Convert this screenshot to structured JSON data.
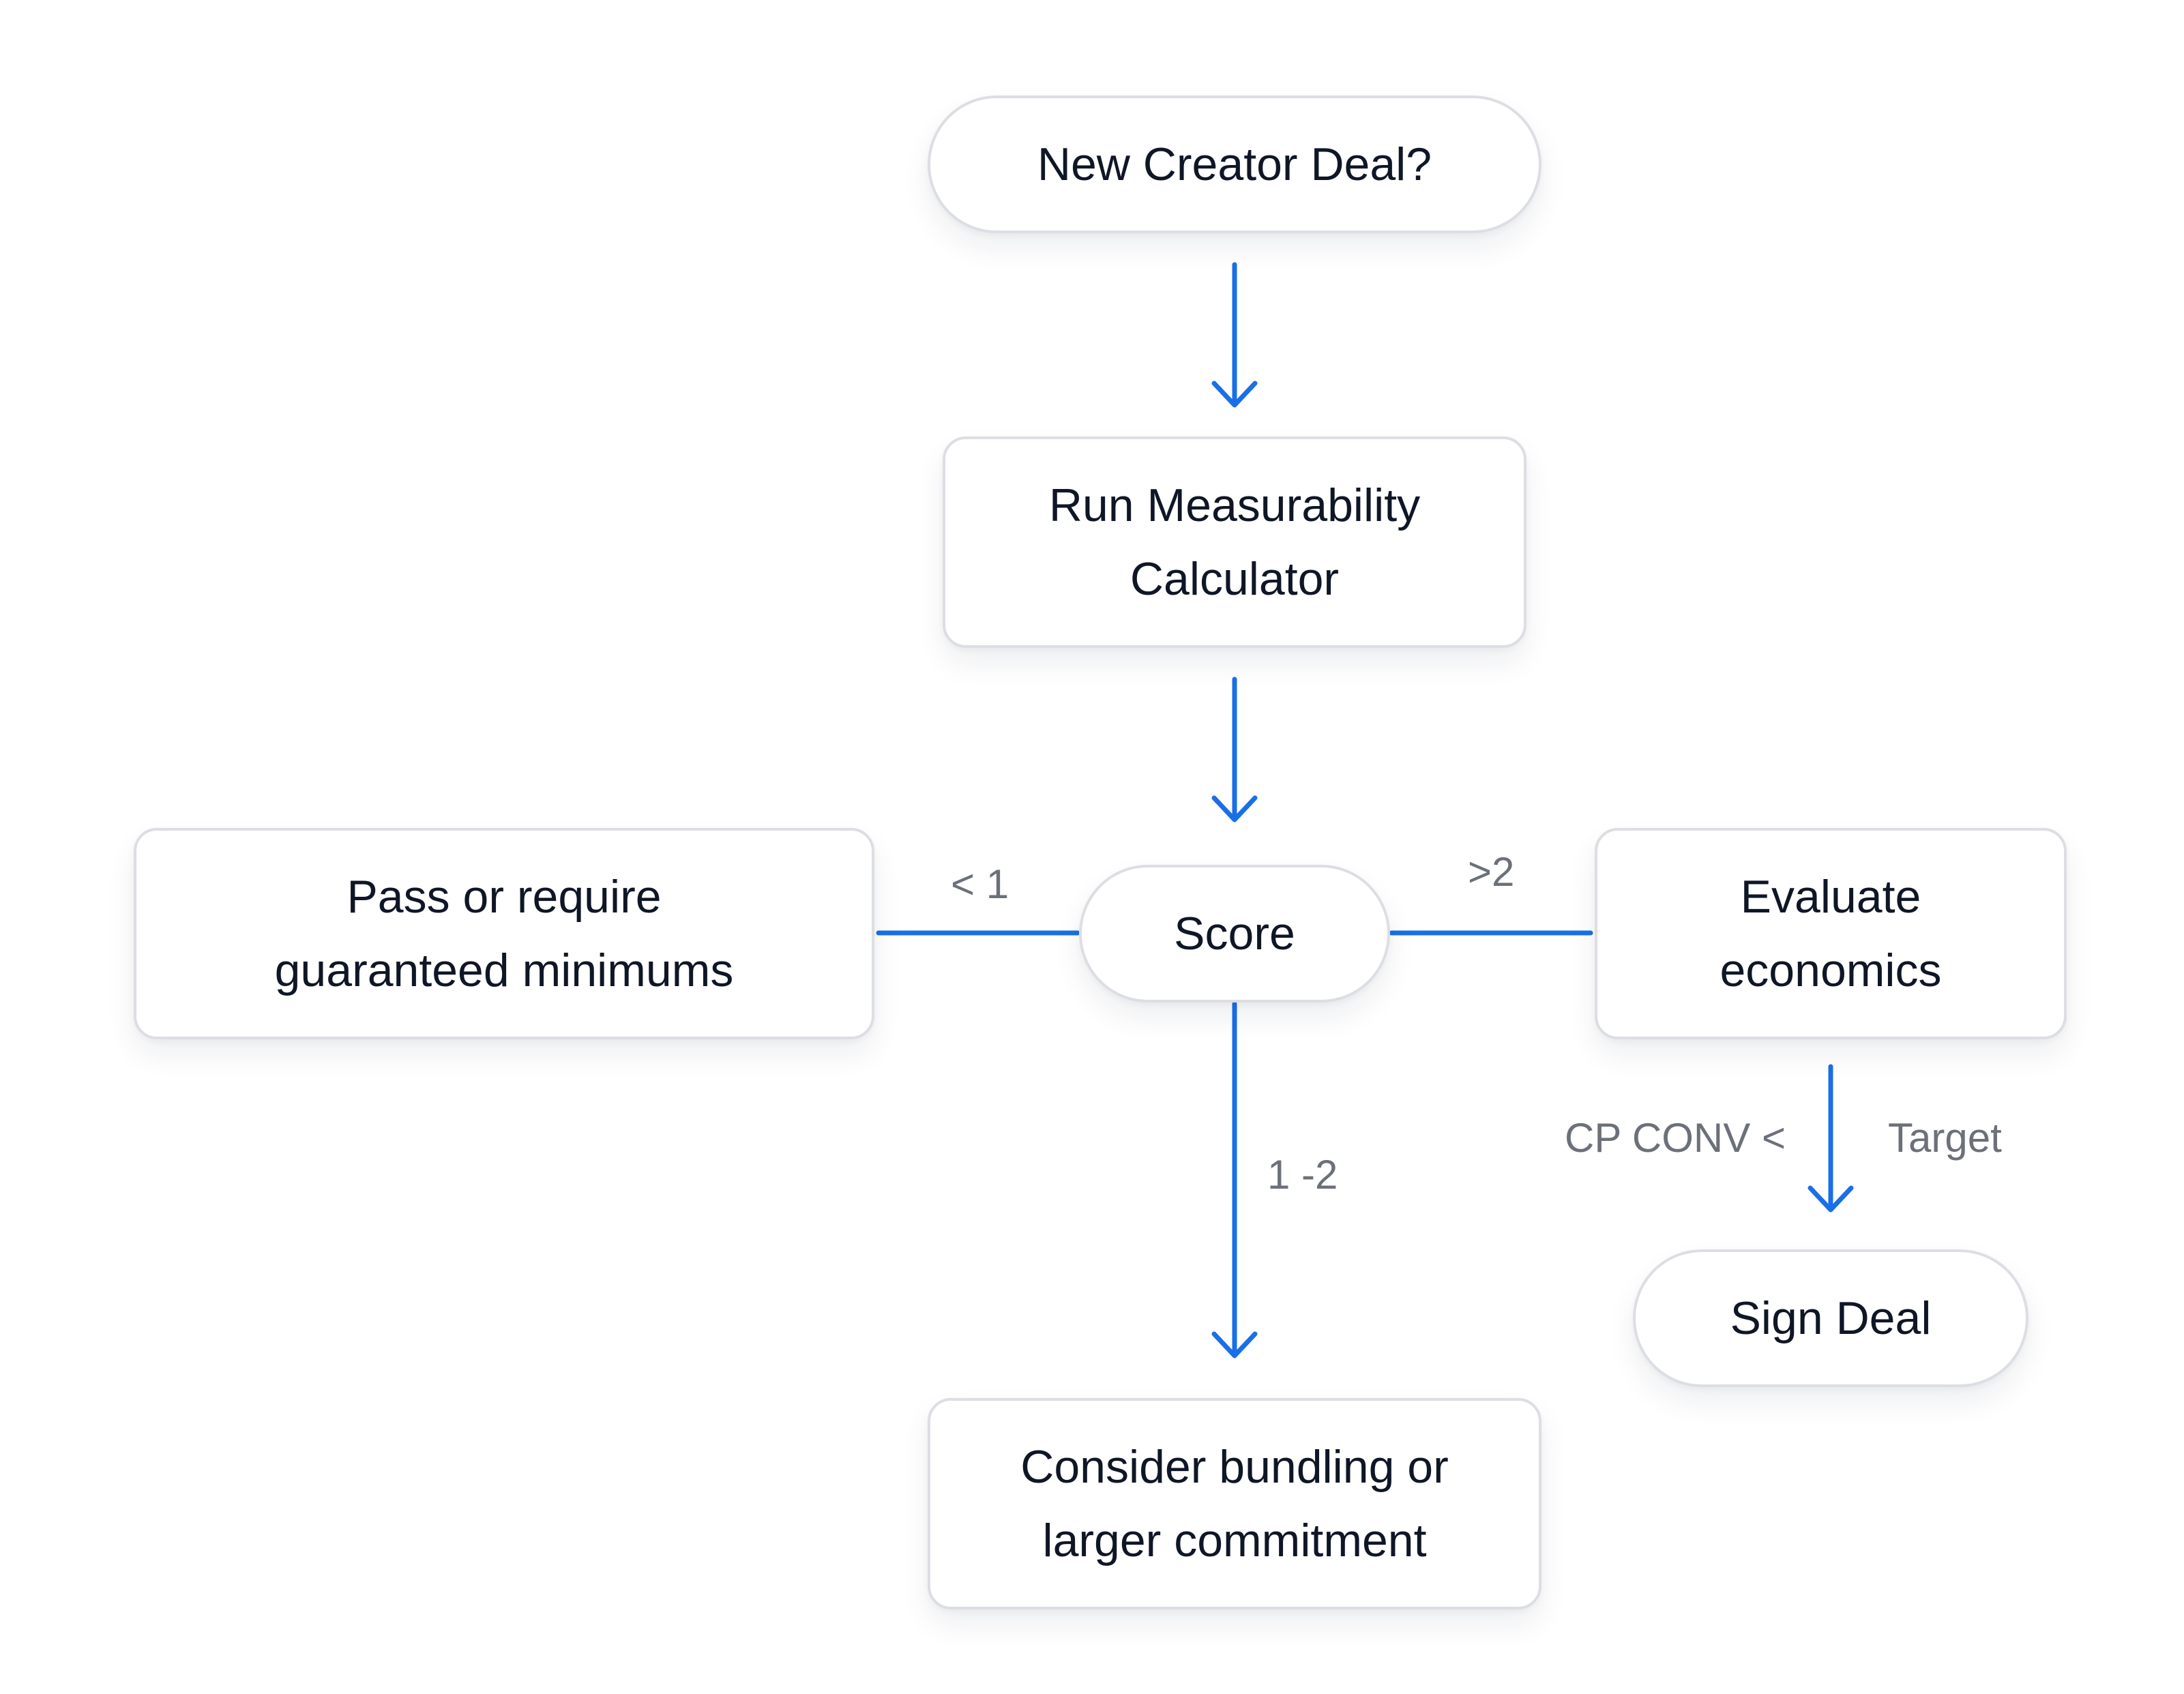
{
  "diagram": {
    "nodes": {
      "start": {
        "label": "New Creator Deal?"
      },
      "calculator": {
        "line1": "Run Measurability",
        "line2": "Calculator"
      },
      "score": {
        "label": "Score"
      },
      "pass": {
        "line1": "Pass or require",
        "line2": "guaranteed minimums"
      },
      "evaluate": {
        "line1": "Evaluate",
        "line2": "economics"
      },
      "sign": {
        "label": "Sign Deal"
      },
      "consider": {
        "line1": "Consider bundling or",
        "line2": "larger commitment"
      }
    },
    "edges": [
      {
        "from": "New Creator Deal?",
        "to": "Run Measurability Calculator",
        "label": ""
      },
      {
        "from": "Run Measurability Calculator",
        "to": "Score",
        "label": ""
      },
      {
        "from": "Score",
        "to": "Pass or require guaranteed minimums",
        "label": "< 1"
      },
      {
        "from": "Score",
        "to": "Evaluate economics",
        "label": ">2"
      },
      {
        "from": "Score",
        "to": "Consider bundling or larger commitment",
        "label": "1 -2"
      },
      {
        "from": "Evaluate economics",
        "to": "Sign Deal",
        "label_left": "CP CONV <",
        "label_right": "Target"
      }
    ],
    "colors": {
      "edge": "#1a6fe8",
      "node_border": "#dcdee3",
      "node_text": "#0f1626",
      "label_text": "#6b7079"
    }
  }
}
